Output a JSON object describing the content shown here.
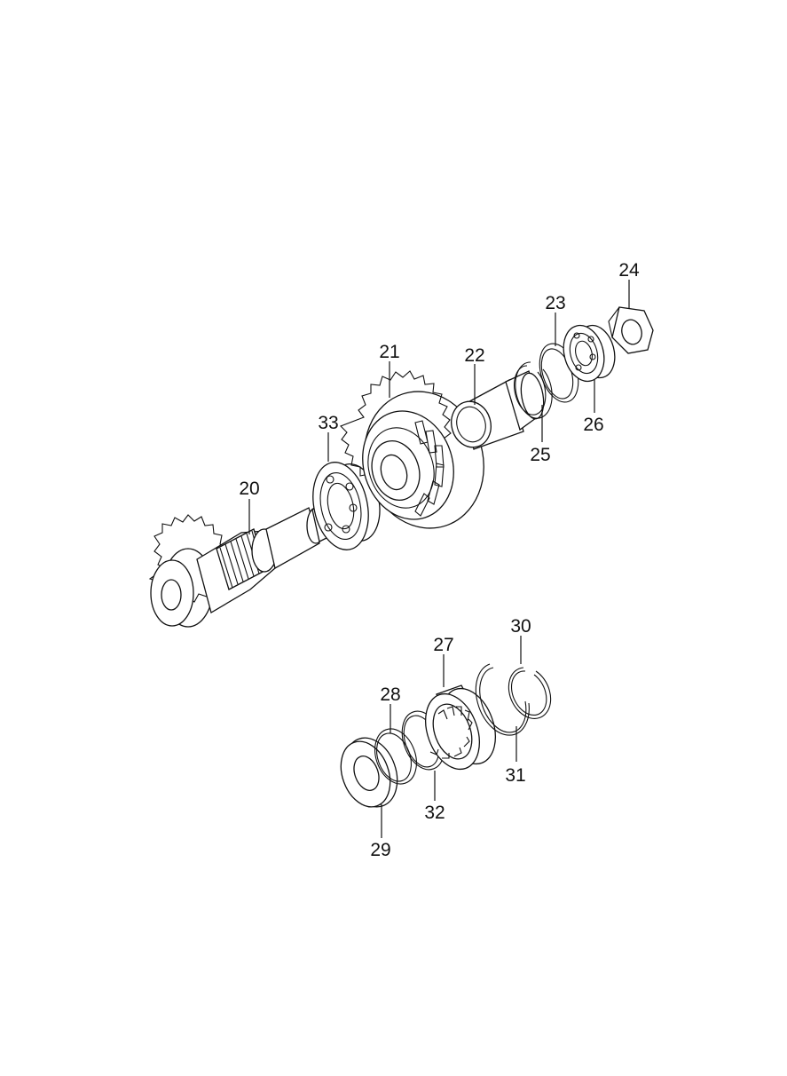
{
  "diagram": {
    "callouts": [
      {
        "id": "20",
        "text": "20"
      },
      {
        "id": "21",
        "text": "21"
      },
      {
        "id": "22",
        "text": "22"
      },
      {
        "id": "23",
        "text": "23"
      },
      {
        "id": "24",
        "text": "24"
      },
      {
        "id": "25",
        "text": "25"
      },
      {
        "id": "26",
        "text": "26"
      },
      {
        "id": "27",
        "text": "27"
      },
      {
        "id": "28",
        "text": "28"
      },
      {
        "id": "29",
        "text": "29"
      },
      {
        "id": "30",
        "text": "30"
      },
      {
        "id": "31",
        "text": "31"
      },
      {
        "id": "32",
        "text": "32"
      },
      {
        "id": "33",
        "text": "33"
      }
    ]
  }
}
